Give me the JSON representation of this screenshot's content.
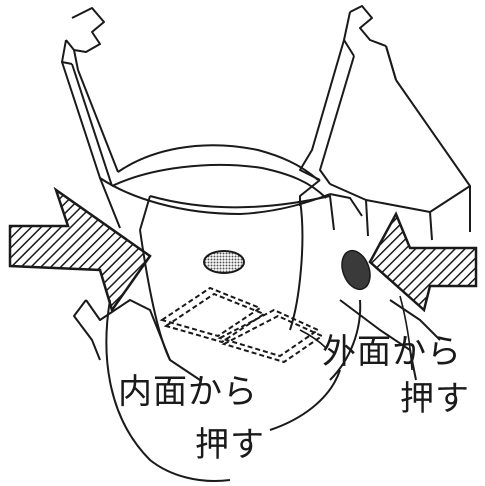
{
  "labels": {
    "outer_line1": "外面から",
    "outer_line2": "押す",
    "inner_line1": "内面から",
    "inner_line2": "押す"
  },
  "colors": {
    "ink": "#1a1a1a",
    "dot_inner": "#9a9a9a",
    "dot_outer": "#3a3a3a",
    "background": "#ffffff"
  }
}
